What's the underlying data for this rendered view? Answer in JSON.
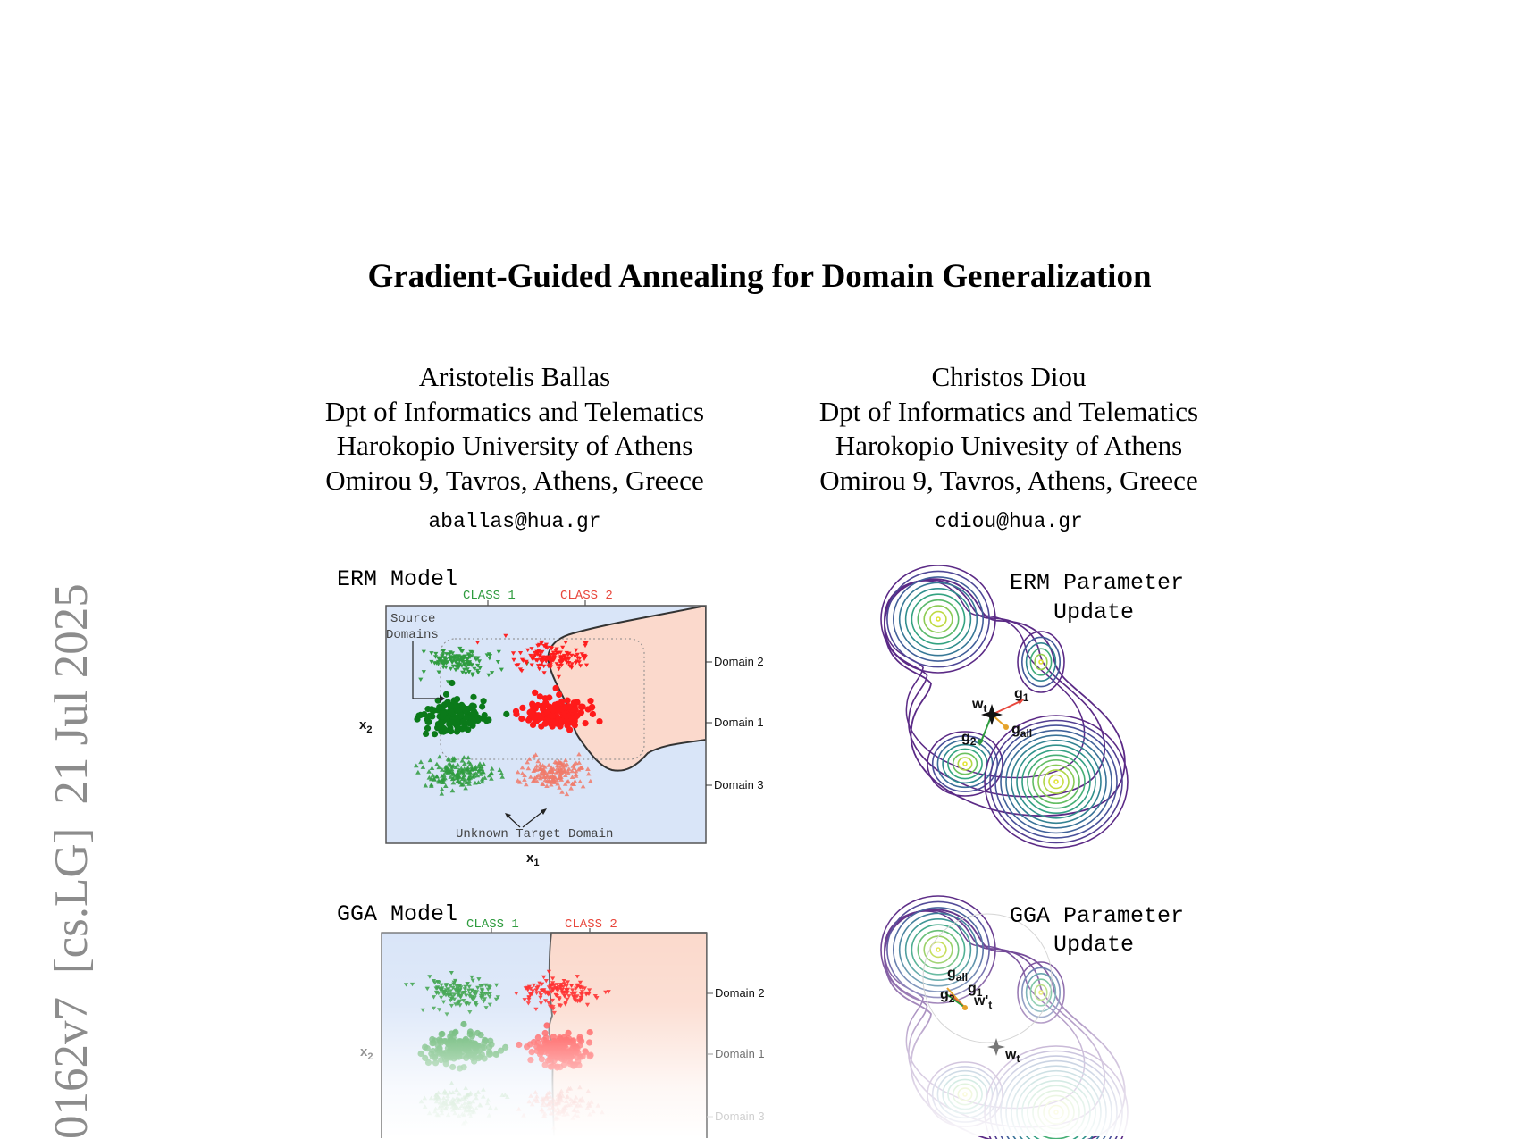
{
  "paper": {
    "title": "Gradient-Guided Annealing for Domain Generalization",
    "authors": [
      {
        "name": "Aristotelis Ballas",
        "dept": "Dpt of Informatics and Telematics",
        "university": "Harokopio University of Athens",
        "address": "Omirou 9, Tavros, Athens, Greece",
        "email": "aballas@hua.gr"
      },
      {
        "name": "Christos Diou",
        "dept": "Dpt of Informatics and Telematics",
        "university": "Harokopio Univesity of Athens",
        "address": "Omirou 9, Tavros, Athens, Greece",
        "email": "cdiou@hua.gr"
      }
    ],
    "arxiv": {
      "id": "0162v7",
      "category": "[cs.LG]",
      "date": "21 Jul 2025"
    }
  },
  "figure": {
    "erm_model": {
      "title": "ERM Model",
      "class1": "CLASS 1",
      "class2": "CLASS 2",
      "source_label_line1": "Source",
      "source_label_line2": "Domains",
      "target_label": "Unknown Target Domain",
      "domains": [
        "Domain 2",
        "Domain 1",
        "Domain 3"
      ],
      "xlabel": "x",
      "xlabel_sub": "1",
      "ylabel": "x",
      "ylabel_sub": "2"
    },
    "gga_model": {
      "title": "GGA Model",
      "class1": "CLASS 1",
      "class2": "CLASS 2",
      "domains": [
        "Domain 2",
        "Domain 1",
        "Domain 3"
      ],
      "ylabel": "x",
      "ylabel_sub": "2"
    },
    "erm_update": {
      "title_line1": "ERM Parameter",
      "title_line2": "Update",
      "w": "w",
      "w_sub": "t",
      "g1": "g",
      "g1_sub": "1",
      "g2": "g",
      "g2_sub": "2",
      "gall": "g",
      "gall_sub": "all"
    },
    "gga_update": {
      "title_line1": "GGA Parameter",
      "title_line2": "Update",
      "gall": "g",
      "gall_sub": "all",
      "g1": "g",
      "g1_sub": "1",
      "g2": "g",
      "g2_sub": "2",
      "wprime": "w'",
      "wprime_sub": "t",
      "w": "w",
      "w_sub": "t"
    },
    "colors": {
      "class1": "#2e9b3e",
      "class1_dark": "#0b7a1a",
      "class2": "#e8473c",
      "class2_bright": "#ff1a1a",
      "region1": "#d9e5f8",
      "region2": "#fbd9cc",
      "contour_outer": "#5b2a86",
      "contour_inner": "#d8e23b"
    }
  }
}
